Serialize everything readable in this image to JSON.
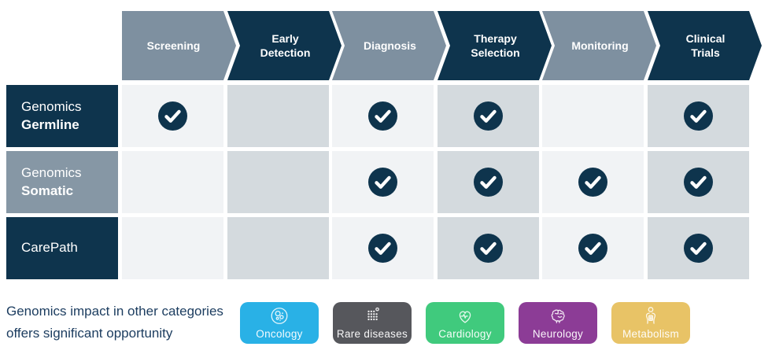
{
  "pipeline": {
    "stages": [
      {
        "label": "Screening",
        "tone": "steel"
      },
      {
        "label": "Early Detection",
        "tone": "navy"
      },
      {
        "label": "Diagnosis",
        "tone": "steel"
      },
      {
        "label": "Therapy Selection",
        "tone": "navy"
      },
      {
        "label": "Monitoring",
        "tone": "steel"
      },
      {
        "label": "Clinical Trials",
        "tone": "navy"
      }
    ]
  },
  "matrix": {
    "rows": [
      {
        "label_lines": [
          {
            "text": "Genomics",
            "bold": false
          },
          {
            "text": "Germline",
            "bold": true
          }
        ],
        "tone": "navy",
        "checks": [
          true,
          false,
          true,
          true,
          false,
          true
        ]
      },
      {
        "label_lines": [
          {
            "text": "Genomics",
            "bold": false
          },
          {
            "text": "Somatic",
            "bold": true
          }
        ],
        "tone": "steel",
        "checks": [
          false,
          false,
          true,
          true,
          true,
          true
        ]
      },
      {
        "label_lines": [
          {
            "text": "CarePath",
            "bold": false
          }
        ],
        "tone": "navy",
        "checks": [
          false,
          false,
          true,
          true,
          true,
          true
        ]
      }
    ]
  },
  "footer": {
    "note_line1": "Genomics impact in other categories",
    "note_line2": "offers significant opportunity",
    "categories": [
      {
        "label": "Oncology",
        "color": "#29b1e6",
        "icon": "oncology-cells-icon"
      },
      {
        "label": "Rare diseases",
        "color": "#56575c",
        "icon": "dot-grid-icon"
      },
      {
        "label": "Cardiology",
        "color": "#40ca7d",
        "icon": "heart-ecg-icon"
      },
      {
        "label": "Neurology",
        "color": "#8c3c96",
        "icon": "brain-icon"
      },
      {
        "label": "Metabolism",
        "color": "#e8c366",
        "icon": "body-metabolism-icon"
      }
    ]
  },
  "palette": {
    "navy": "#0e344d",
    "steel": "#7e90a0",
    "steel_light": "#8697a5",
    "cell_light": "#f1f3f5",
    "cell_medium": "#d4dade",
    "note_text": "#1b3c5f",
    "check_circle": "#0e344d"
  }
}
